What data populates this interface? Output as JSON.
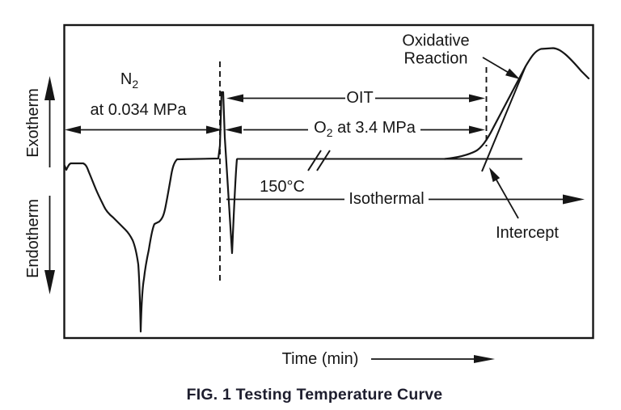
{
  "figure": {
    "caption": "FIG. 1 Testing Temperature Curve",
    "x_axis": {
      "label": "Time (min)"
    },
    "y_axis": {
      "top_label": "Exotherm",
      "bottom_label": "Endotherm"
    }
  },
  "annotations": {
    "n2_gas": {
      "symbol": "N",
      "subscript": "2"
    },
    "n2_pressure": "at 0.034 MPa",
    "oit": "OIT",
    "o2_gas": {
      "symbol": "O",
      "subscript": "2",
      "pressure": " at 3.4 MPa"
    },
    "oxidative_reaction": {
      "line1": "Oxidative",
      "line2": "Reaction"
    },
    "isothermal_temperature": "150°C",
    "isothermal": "Isothermal",
    "intercept": "Intercept"
  },
  "colors": {
    "ink": "#161616",
    "caption_text": "#1e1e2e",
    "background": "#ffffff"
  }
}
